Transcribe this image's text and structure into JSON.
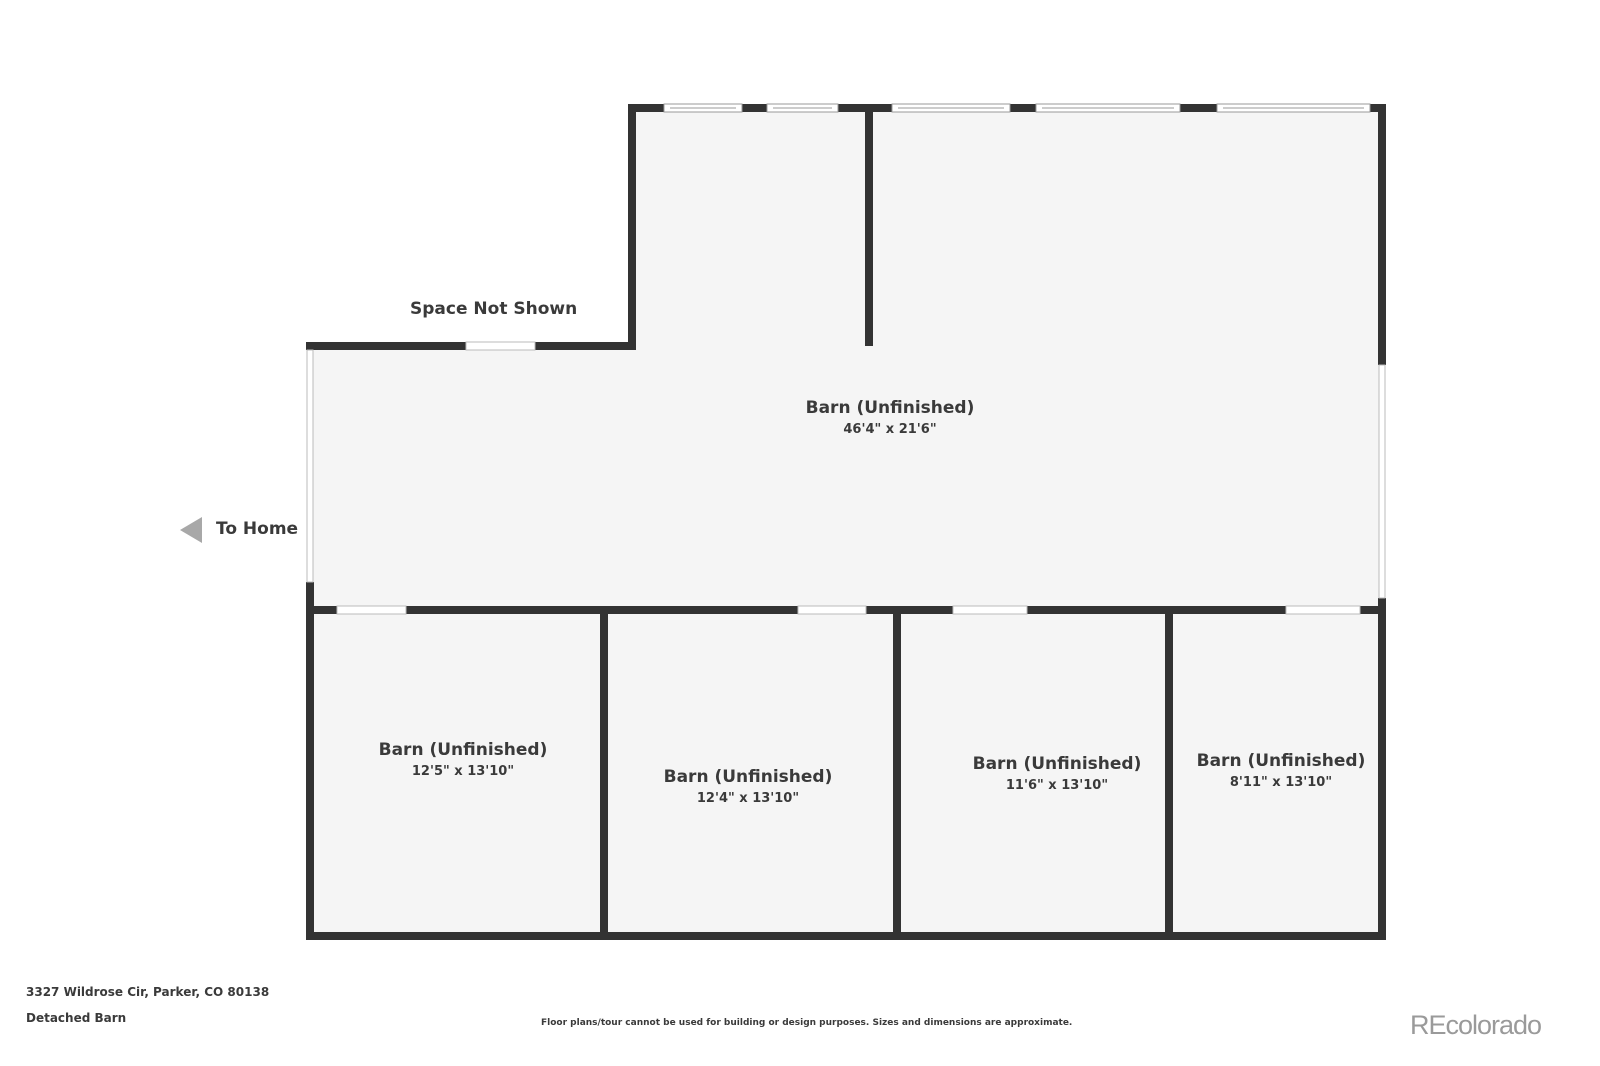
{
  "colors": {
    "wall": "#333333",
    "floor": "#f5f5f5",
    "window": "#9a9a9a",
    "text": "#3a3a3a",
    "arrow": "#a8a8a8",
    "logo": "#9a9a9a"
  },
  "plan": {
    "space_not_shown": "Space Not Shown",
    "to_home": "To Home",
    "rooms": [
      {
        "name": "Barn (Unfinished)",
        "dims": "46'4\" x 21'6\""
      },
      {
        "name": "Barn (Unfinished)",
        "dims": "12'5\" x 13'10\""
      },
      {
        "name": "Barn (Unfinished)",
        "dims": "12'4\" x 13'10\""
      },
      {
        "name": "Barn (Unfinished)",
        "dims": "11'6\" x 13'10\""
      },
      {
        "name": "Barn (Unfinished)",
        "dims": "8'11\" x 13'10\""
      }
    ]
  },
  "footer": {
    "address": "3327 Wildrose Cir, Parker, CO 80138",
    "level": "Detached Barn",
    "disclaimer": "Floor plans/tour cannot be used for building or design purposes. Sizes and dimensions are approximate.",
    "logo": "REcolorado"
  }
}
